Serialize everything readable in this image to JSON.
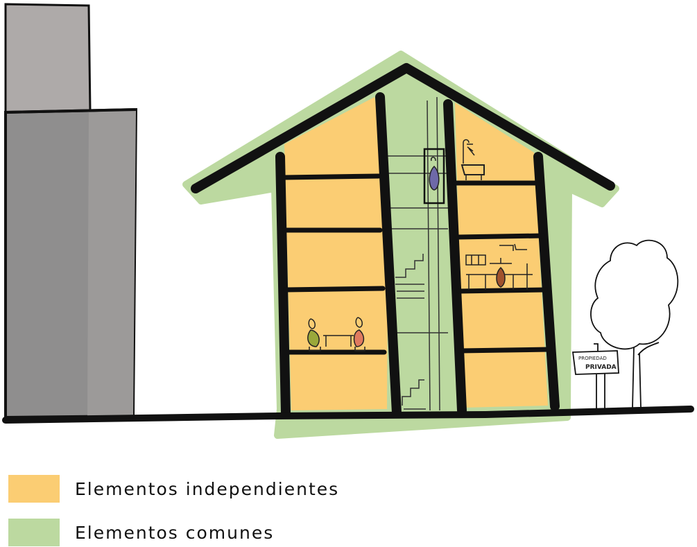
{
  "colors": {
    "independent": "#fbcd73",
    "common": "#bcd9a0",
    "outline": "#111111",
    "building_dark": "#8f8e8e",
    "building_light": "#aeaaa9"
  },
  "sign": {
    "line1": "PROPIEDAD",
    "line2": "PRIVADA"
  },
  "legend": [
    {
      "label": "Elementos independientes",
      "color": "#fbcd73"
    },
    {
      "label": "Elementos comunes",
      "color": "#bcd9a0"
    }
  ]
}
